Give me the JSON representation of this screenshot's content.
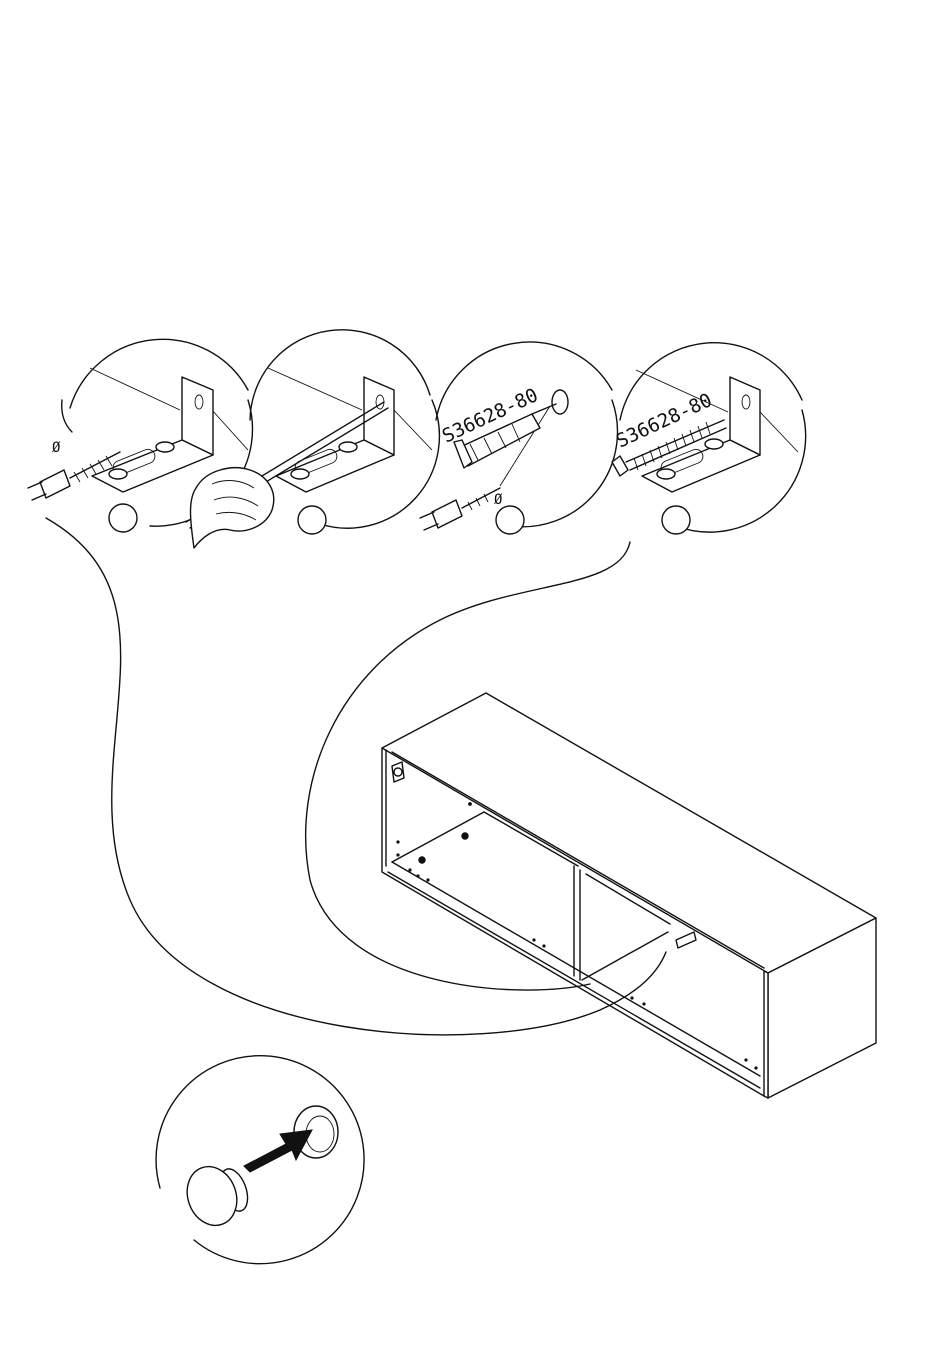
{
  "detail_steps": [
    {
      "step_label": "",
      "screw_code": ""
    },
    {
      "step_label": "",
      "screw_code": ""
    },
    {
      "step_label": "",
      "screw_code": "S36628-80"
    },
    {
      "step_label": "",
      "screw_code": "S36628-80"
    }
  ],
  "drill_symbol": "Ø"
}
